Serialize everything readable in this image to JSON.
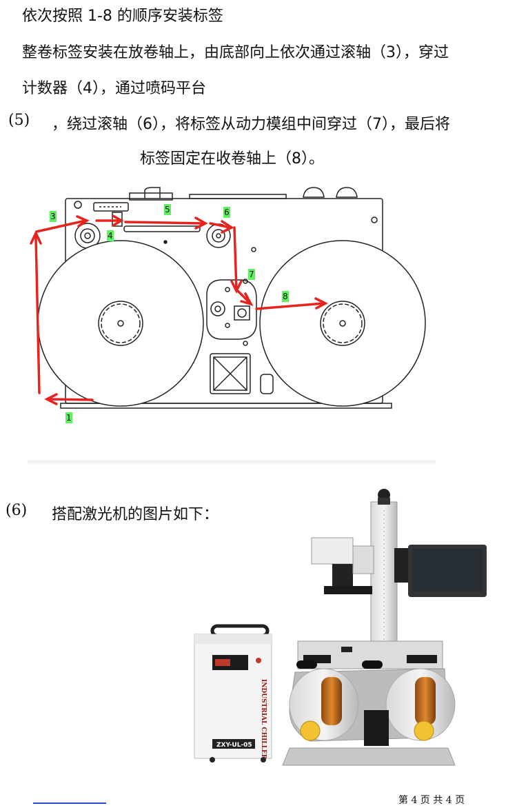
{
  "text": {
    "line1": "依次按照 1-8 的顺序安装标签",
    "line2": "整卷标签安装在放卷轴上，由底部向上依次通过滚轴（3），穿过",
    "line3": "计数器（4），通过喷码平台",
    "line4_num": "(5)",
    "line4": "，绕过滚轴（6），将标签从动力模组中间穿过（7），最后将",
    "line5": "标签固定在收卷轴上（8）。",
    "sec6_num": "(6)",
    "sec6_text": "搭配激光机的图片如下："
  },
  "diagram": {
    "labels": [
      "1",
      "3",
      "4",
      "5",
      "6",
      "7",
      "8"
    ],
    "arrow_color": "#e8231e",
    "tag_color": "#5ff05f"
  },
  "photo": {
    "chiller_label": "INDUSTRIAL CHILLER",
    "chiller_model": "ZXY-UL-05"
  },
  "footer": {
    "page": "第 4 页 共 4 页"
  }
}
